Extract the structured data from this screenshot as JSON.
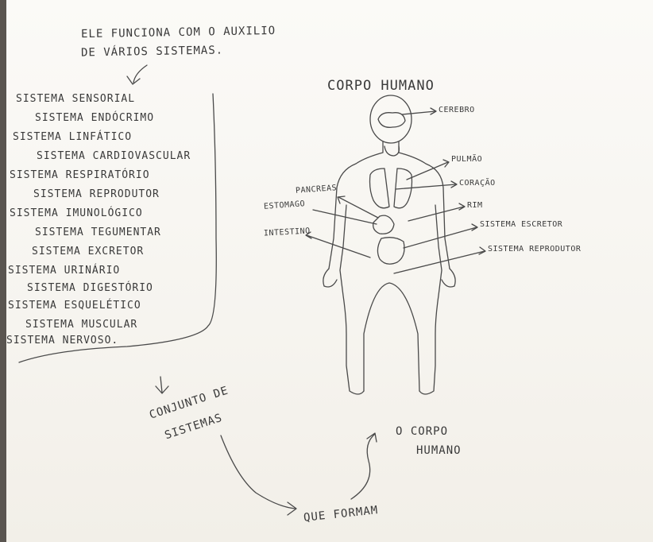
{
  "intro": {
    "line1": "ELE FUNCIONA COM O AUXILIO",
    "line2": "DE VÁRIOS SISTEMAS."
  },
  "systems": [
    "SISTEMA SENSORIAL",
    "SISTEMA ENDÓCRIMO",
    "SISTEMA LINFÁTICO",
    "SISTEMA CARDIOVASCULAR",
    "SISTEMA RESPIRATÓRIO",
    "SISTEMA REPRODUTOR",
    "SISTEMA IMUNOLÓGICO",
    "SISTEMA TEGUMENTAR",
    "SISTEMA EXCRETOR",
    "SISTEMA URINÁRIO",
    "SISTEMA DIGESTÓRIO",
    "SISTEMA ESQUELÉTICO",
    "SISTEMA MUSCULAR",
    "SISTEMA NERVOSO."
  ],
  "figure": {
    "title": "CORPO HUMANO",
    "labels": {
      "cerebro": "CEREBRO",
      "pulmao": "PULMÃO",
      "coracao": "CORAÇÃO",
      "pancreas": "PANCREAS",
      "estomago": "ESTOMAGO",
      "rim": "RIM",
      "intestino": "INTESTINO",
      "sistema_excretor": "SISTEMA ESCRETOR",
      "sistema_reprodutor": "SISTEMA REPRODUTOR"
    }
  },
  "flow": {
    "conjunto_line1": "CONJUNTO DE",
    "conjunto_line2": "SISTEMAS",
    "que_formam": "QUE FORMAM",
    "corpo_line1": "O CORPO",
    "corpo_line2": "HUMANO"
  }
}
